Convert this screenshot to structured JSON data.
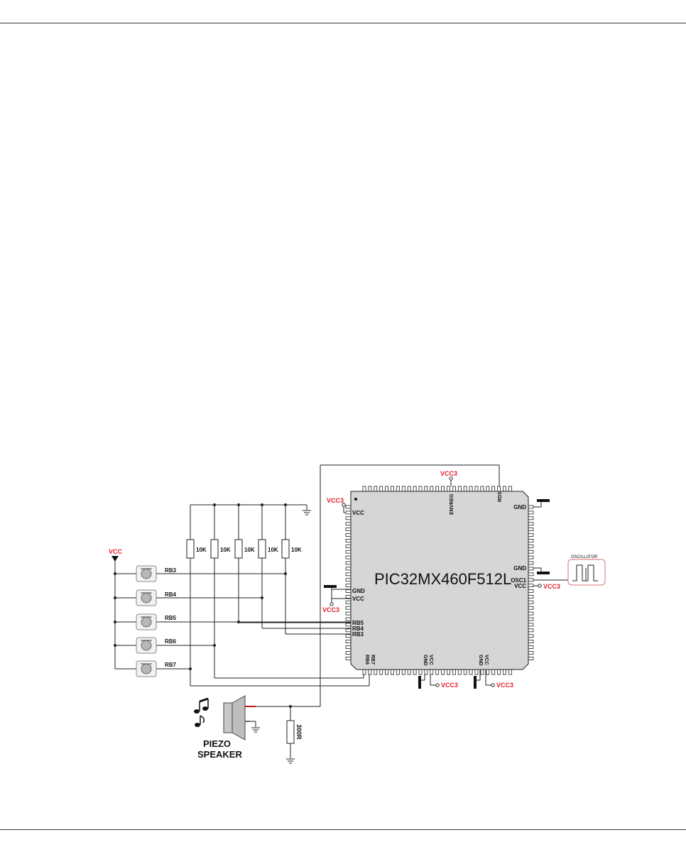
{
  "chip": {
    "name": "PIC32MX460F512L",
    "left_pins": [
      "VCC",
      "GND",
      "VCC",
      "RB5",
      "RB4",
      "RB3"
    ],
    "right_pins": [
      "GND",
      "GND",
      "OSC1",
      "VCC"
    ],
    "top_pins": [
      "ENVREG",
      "RD3"
    ],
    "bottom_pins": [
      "RB6",
      "RB7",
      "GND",
      "VCC",
      "GND",
      "VCC"
    ]
  },
  "supply_labels": {
    "vcc3_top": "VCC3",
    "vcc3_left_top": "VCC3",
    "vcc3_left_mid": "VCC3",
    "vcc3_right": "VCC3",
    "vcc3_bottom1": "VCC3",
    "vcc3_bottom2": "VCC3",
    "vcc_input": "VCC"
  },
  "resistors": [
    "10K",
    "10K",
    "10K",
    "10K",
    "10K"
  ],
  "buttons": [
    "RB3",
    "RB4",
    "RB5",
    "RB6",
    "RB7"
  ],
  "oscillator": {
    "label": "OSCILLATOR"
  },
  "speaker": {
    "line1": "PIEZO",
    "line2": "SPEAKER"
  },
  "speaker_resistor": "300R",
  "colors": {
    "accent": "#e0222a",
    "chip_fill": "#d6d6d6",
    "wire": "#222222"
  }
}
